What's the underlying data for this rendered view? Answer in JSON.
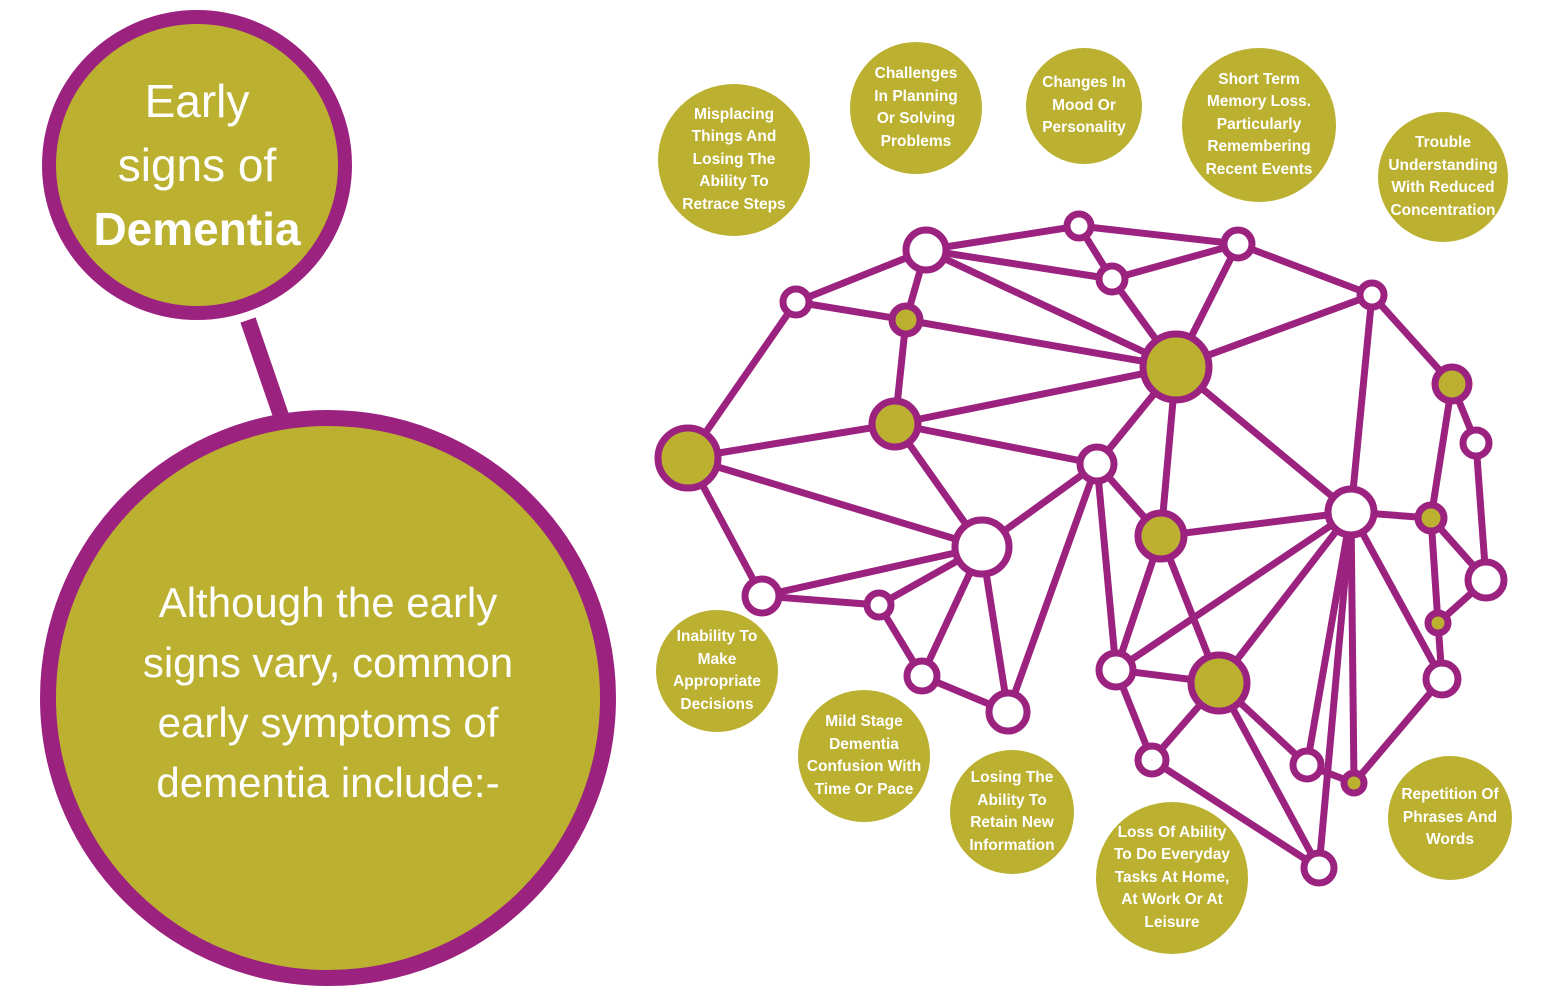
{
  "title": {
    "line1": "Early",
    "line2": "signs of",
    "line3": "Dementia"
  },
  "intro": "Although the early signs vary, common early symptoms of dementia include:-",
  "colors": {
    "purple": "#9c2280",
    "olive": "#bcb031",
    "text": "#ffffff"
  },
  "signs": [
    {
      "id": "misplacing",
      "text": "Misplacing Things And Losing The Ability To Retrace Steps"
    },
    {
      "id": "planning",
      "text": "Challenges In Planning Or Solving Problems"
    },
    {
      "id": "mood",
      "text": "Changes In Mood Or Personality"
    },
    {
      "id": "memory",
      "text": "Short Term Memory Loss. Particularly Remembering Recent Events"
    },
    {
      "id": "understanding",
      "text": "Trouble Understanding With Reduced Concentration"
    },
    {
      "id": "decisions",
      "text": "Inability To Make Appropriate Decisions"
    },
    {
      "id": "confusion",
      "text": "Mild Stage Dementia Confusion With Time Or Pace"
    },
    {
      "id": "retain",
      "text": "Losing The Ability To Retain New Information"
    },
    {
      "id": "tasks",
      "text": "Loss Of Ability To Do Everyday Tasks At Home, At Work Or At Leisure"
    },
    {
      "id": "repetition",
      "text": "Repetition Of Phrases And Words"
    }
  ]
}
